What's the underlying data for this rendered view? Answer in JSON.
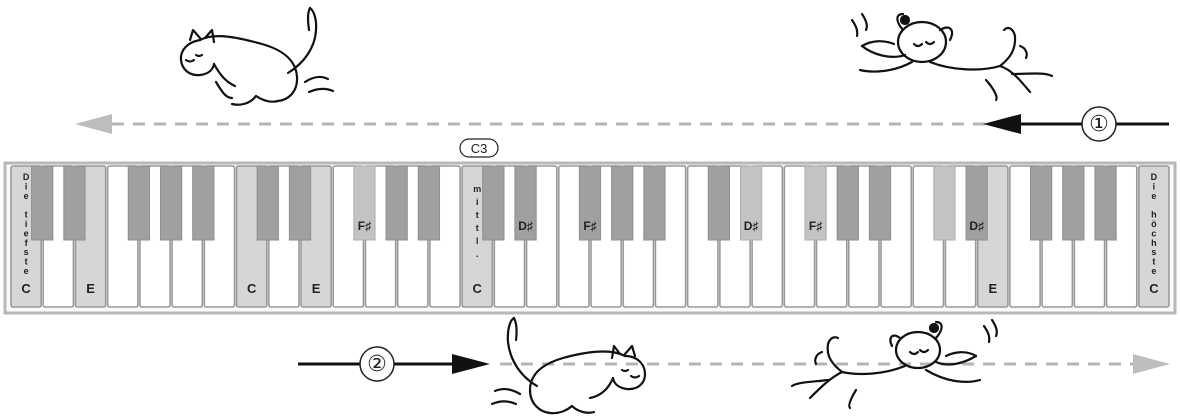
{
  "colors": {
    "white_key": "#ffffff",
    "white_key_border": "#9a9a9a",
    "highlight_key": "#d6d6d6",
    "black_key": "#a0a0a0",
    "frame": "#b8b8b8",
    "arrow_dark": "#111111",
    "arrow_dashed": "#b5b5b5",
    "ink": "#222222"
  },
  "keyboard": {
    "white_key_count": 36,
    "highlighted_white_keys": [
      0,
      2,
      7,
      9,
      14,
      30,
      35
    ],
    "highlighted_black_keys": [
      7,
      16,
      17,
      20,
      27
    ],
    "white_labels": [
      {
        "key": 0,
        "text": "C"
      },
      {
        "key": 2,
        "text": "E"
      },
      {
        "key": 7,
        "text": "C"
      },
      {
        "key": 9,
        "text": "E"
      },
      {
        "key": 14,
        "text": "C"
      },
      {
        "key": 30,
        "text": "E"
      },
      {
        "key": 35,
        "text": "C"
      }
    ],
    "black_labels": [
      {
        "key": 7,
        "text": "F♯"
      },
      {
        "key": 11,
        "text": "D♯"
      },
      {
        "key": 12,
        "text": "F♯"
      },
      {
        "key": 16,
        "text": "D♯"
      },
      {
        "key": 17,
        "text": "F♯"
      },
      {
        "key": 21,
        "text": "D♯"
      }
    ],
    "vertical_labels": [
      {
        "key": 0,
        "text": "Die tiefste"
      },
      {
        "key": 14,
        "text": "mittl."
      },
      {
        "key": 35,
        "text": "Die höchste"
      }
    ],
    "middle_marker": "C3"
  },
  "markers": [
    {
      "text": "①",
      "icon": "circled-number-1"
    },
    {
      "text": "②",
      "icon": "circled-number-2"
    }
  ],
  "animals": [
    "cat-running-left-icon",
    "dog-running-left-icon",
    "cat-running-right-icon",
    "dog-running-right-icon"
  ]
}
